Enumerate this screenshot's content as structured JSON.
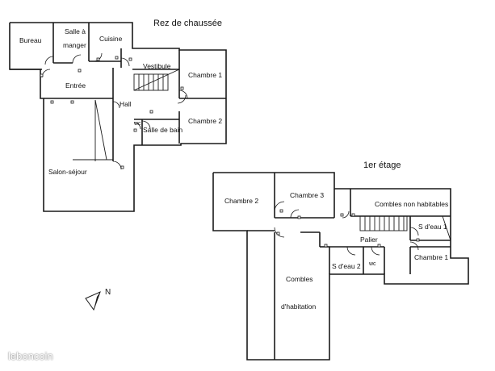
{
  "titles": {
    "ground_floor": "Rez de chaussée",
    "first_floor": "1er étage"
  },
  "ground_floor_rooms": {
    "bureau": "Bureau",
    "salle_a_manger_1": "Salle à",
    "salle_a_manger_2": "manger",
    "cuisine": "Cuisine",
    "vestibule": "Vestibule",
    "chambre_1": "Chambre 1",
    "entree": "Entrée",
    "hall": "Hall",
    "wc": "wc",
    "salle_de_bain": "Salle de bain",
    "chambre_2": "Chambre 2",
    "salon_sejour": "Salon-séjour"
  },
  "first_floor_rooms": {
    "chambre_2": "Chambre 2",
    "chambre_3": "Chambre 3",
    "combles_non_habitables": "Combles non habitables",
    "s_deau_1": "S d'eau 1",
    "palier": "Palier",
    "s_deau_2": "S d'eau 2",
    "wc": "wc",
    "chambre_1": "Chambre 1",
    "combles_1": "Combles",
    "combles_2": "d'habitation"
  },
  "compass": {
    "label": "N"
  },
  "watermark": {
    "text": "leboncoin"
  }
}
